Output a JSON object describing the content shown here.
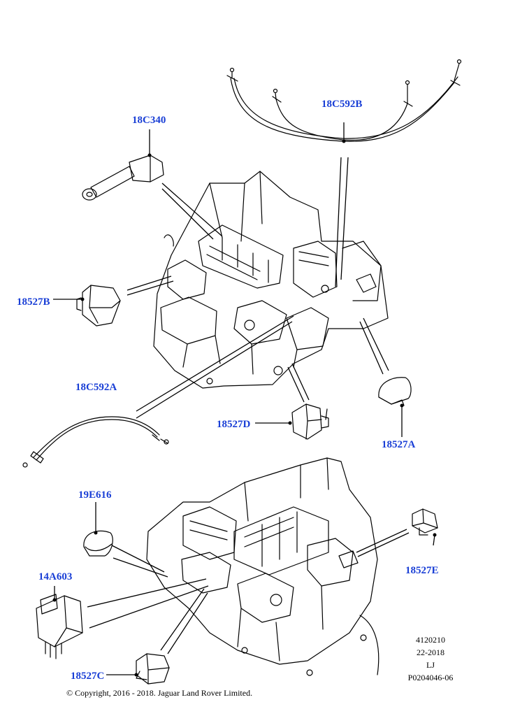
{
  "labels": {
    "p18C340": "18C340",
    "p18C592B": "18C592B",
    "p18527B": "18527B",
    "p18C592A": "18C592A",
    "p18527D": "18527D",
    "p18527A": "18527A",
    "p19E616": "19E616",
    "p14A603": "14A603",
    "p18527E": "18527E",
    "p18527C": "18527C"
  },
  "meta": {
    "ref": "4120210",
    "date": "22-2018",
    "code": "LJ",
    "illustration": "P0204046-06"
  },
  "copyright": "© Copyright, 2016 - 2018. Jaguar Land Rover Limited.",
  "colors": {
    "label": "#1a3fd6",
    "line": "#000000"
  }
}
